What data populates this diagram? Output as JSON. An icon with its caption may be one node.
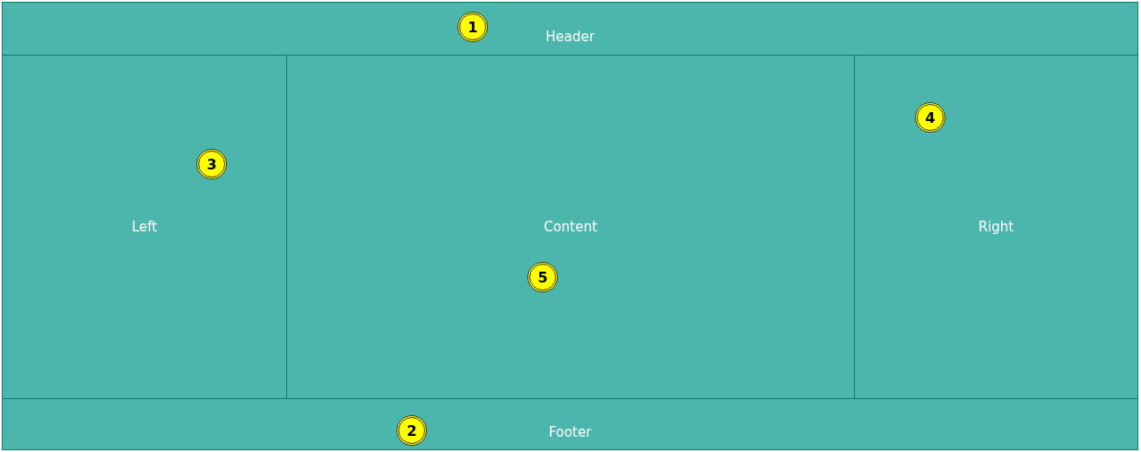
{
  "diagram": {
    "nodes": [
      {
        "text": [
          "Header"
        ]
      },
      {
        "text": [
          "Left"
        ]
      },
      {
        "text": [
          "Content"
        ]
      },
      {
        "text": [
          "Right"
        ]
      },
      {
        "text": [
          "Footer"
        ]
      }
    ],
    "labels": [
      "1",
      "4",
      "3",
      "5",
      "2"
    ]
  }
}
